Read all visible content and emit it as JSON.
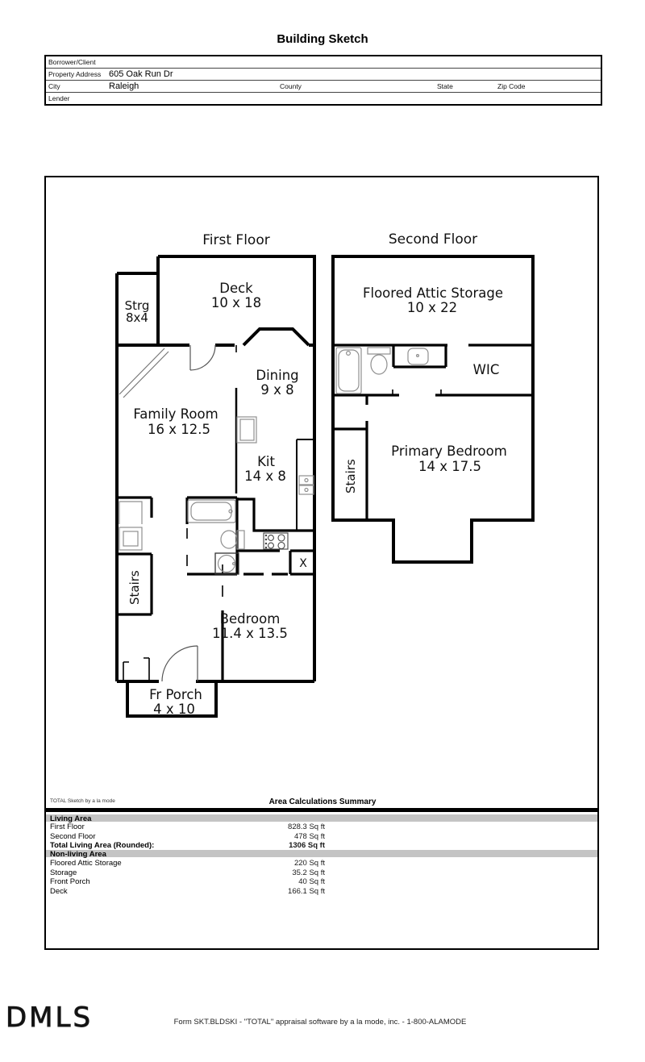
{
  "page": {
    "title": "Building Sketch"
  },
  "header_form": {
    "borrower_label": "Borrower/Client",
    "property_label": "Property Address",
    "property_value": "605 Oak Run Dr",
    "city_label": "City",
    "city_value": "Raleigh",
    "county_label": "County",
    "state_label": "State",
    "zip_label": "Zip Code",
    "lender_label": "Lender"
  },
  "sketch": {
    "first_floor": {
      "title": "First Floor",
      "deck_name": "Deck",
      "deck_dims": "10 x 18",
      "strg_name": "Strg",
      "strg_dims": "8x4",
      "dining_name": "Dining",
      "dining_dims": "9 x 8",
      "family_name": "Family Room",
      "family_dims": "16 x 12.5",
      "kit_name": "Kit",
      "kit_dims": "14 x 8",
      "stairs_label": "Stairs",
      "bedroom_name": "Bedroom",
      "bedroom_dims": "11.4 x 13.5",
      "porch_name": "Fr Porch",
      "porch_dims": "4 x 10",
      "laundry_mark": "X"
    },
    "second_floor": {
      "title": "Second Floor",
      "attic_name": "Floored Attic Storage",
      "attic_dims": "10 x 22",
      "wic_label": "WIC",
      "stairs_label": "Stairs",
      "primary_name": "Primary Bedroom",
      "primary_dims": "14 x 17.5"
    }
  },
  "area_summary": {
    "watermark": "TOTAL Sketch by a la mode",
    "title": "Area Calculations Summary",
    "living_header": "Living Area",
    "living_rows": [
      {
        "label": "First Floor",
        "value": "828.3 Sq ft"
      },
      {
        "label": "Second Floor",
        "value": "478 Sq ft"
      }
    ],
    "living_total_label": "Total Living Area (Rounded):",
    "living_total_value": "1306 Sq ft",
    "nonliving_header": "Non-living Area",
    "nonliving_rows": [
      {
        "label": "Floored Attic Storage",
        "value": "220 Sq ft"
      },
      {
        "label": "Storage",
        "value": "35.2 Sq ft"
      },
      {
        "label": "Front Porch",
        "value": "40 Sq ft"
      },
      {
        "label": "Deck",
        "value": "166.1 Sq ft"
      }
    ]
  },
  "footer": {
    "logo": "DMLS",
    "form_text": "Form SKT.BLDSKI - \"TOTAL\" appraisal software by a la mode, inc. - 1-800-ALAMODE"
  },
  "colors": {
    "wall": "#000000",
    "fixture_gray": "#8f8f8f",
    "band_gray": "#c4c4c4"
  }
}
